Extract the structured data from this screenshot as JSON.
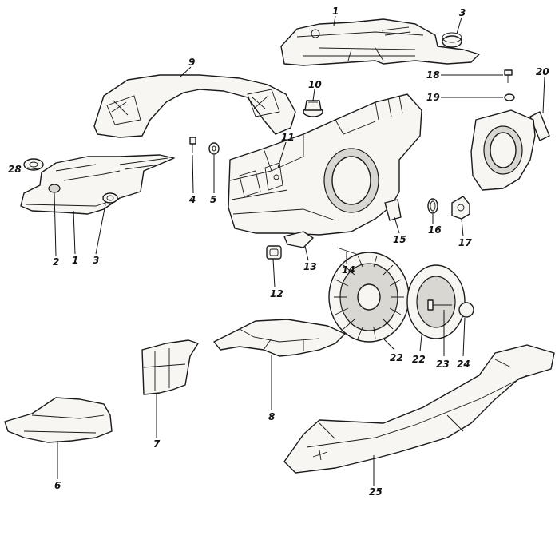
{
  "callouts": {
    "p1a": "1",
    "p1b": "1",
    "p2": "2",
    "p3a": "3",
    "p3b": "3",
    "p4": "4",
    "p5": "5",
    "p6": "6",
    "p7": "7",
    "p8": "8",
    "p9": "9",
    "p10": "10",
    "p11": "11",
    "p12": "12",
    "p13": "13",
    "p14": "14",
    "p15": "15",
    "p16": "16",
    "p17": "17",
    "p18": "18",
    "p19": "19",
    "p20": "20",
    "p22a": "22",
    "p22b": "22",
    "p23": "23",
    "p24": "24",
    "p25": "25",
    "p28": "28"
  }
}
